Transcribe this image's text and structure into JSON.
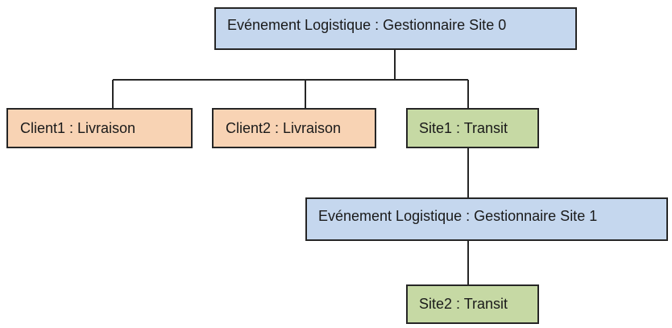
{
  "diagram": {
    "nodes": {
      "root": "Evénement Logistique : Gestionnaire Site 0",
      "client1": "Client1 : Livraison",
      "client2": "Client2 : Livraison",
      "site1": "Site1 : Transit",
      "manager1": "Evénement Logistique : Gestionnaire Site 1",
      "site2": "Site2 : Transit"
    },
    "edges": [
      [
        "root",
        "client1"
      ],
      [
        "root",
        "client2"
      ],
      [
        "root",
        "site1"
      ],
      [
        "site1",
        "manager1"
      ],
      [
        "manager1",
        "site2"
      ]
    ],
    "colors": {
      "manager": "#c5d7ee",
      "client": "#f8d3b4",
      "site": "#c6d9a4",
      "border": "#262626"
    }
  }
}
